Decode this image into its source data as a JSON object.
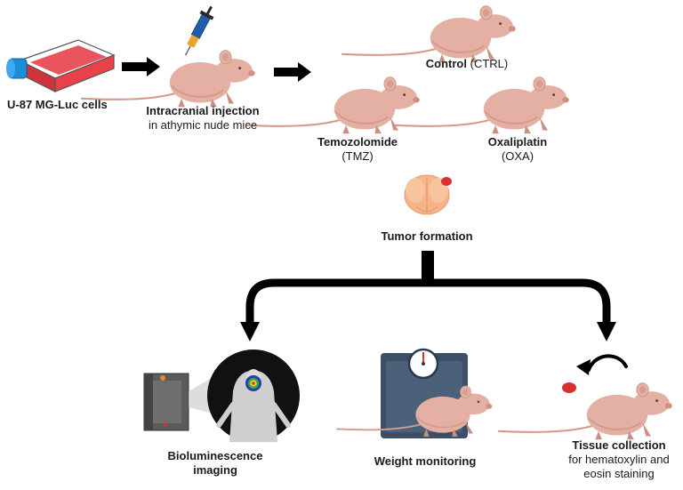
{
  "steps": {
    "cells": {
      "label": "U-87 MG-Luc cells"
    },
    "injection": {
      "label_bold": "Intracranial injection",
      "label_sub": "in athymic nude mice"
    },
    "control": {
      "label_bold": "Control",
      "label_sub": "(CTRL)"
    },
    "tmz": {
      "label_bold": "Temozolomide",
      "label_sub": "(TMZ)"
    },
    "oxa": {
      "label_bold": "Oxaliplatin",
      "label_sub": "(OXA)"
    },
    "tumor": {
      "label": "Tumor formation"
    },
    "imaging": {
      "label_line1": "Bioluminescence",
      "label_line2": "imaging"
    },
    "weight": {
      "label": "Weight monitoring"
    },
    "tissue": {
      "label_bold": "Tissue collection",
      "label_sub1": "for hematoxylin and",
      "label_sub2": "eosin staining"
    }
  },
  "colors": {
    "mouse": "#e3b0a3",
    "mouse_shade": "#c98f80",
    "flask_media": "#e8414a",
    "flask_cap": "#1a8fd8",
    "tumor": "#d8312f",
    "brain": "#f5b48a",
    "arrow": "#000000",
    "scale": "#3c4f66"
  }
}
